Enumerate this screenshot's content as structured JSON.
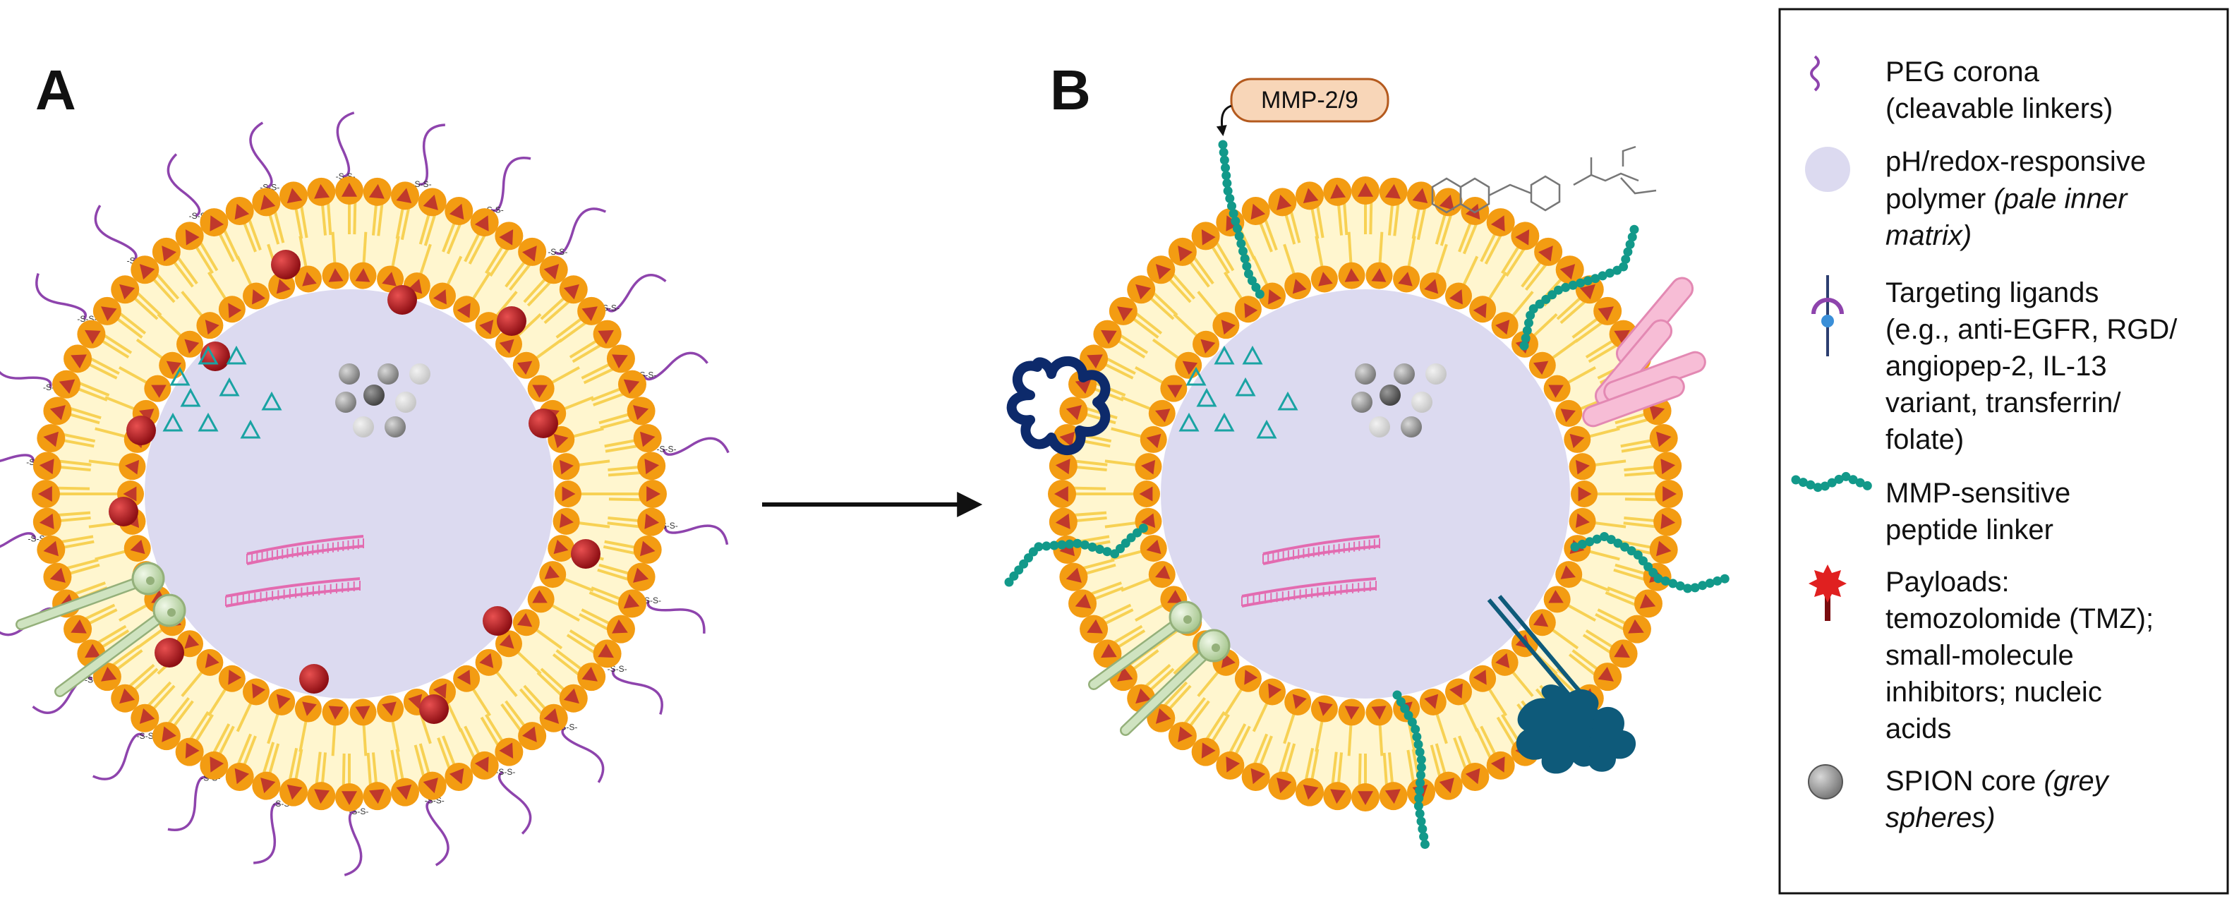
{
  "panels": {
    "a_label": "A",
    "b_label": "B"
  },
  "annotations": {
    "mmp_label": "MMP-2/9"
  },
  "legend": {
    "peg": {
      "line1": "PEG corona",
      "line2": "(cleavable linkers)"
    },
    "polymer": {
      "line1": "pH/redox-responsive",
      "line2a": "polymer ",
      "line2b": "(pale inner",
      "line3": "matrix)"
    },
    "ligands": {
      "line1": "Targeting ligands",
      "line2": "(e.g., anti-EGFR, RGD/",
      "line3": "angiopep-2, IL-13",
      "line4": "variant, transferrin/",
      "line5": "folate)"
    },
    "mmp": {
      "line1": "MMP-sensitive",
      "line2": "peptide linker"
    },
    "payloads": {
      "line1": "Payloads:",
      "line2": "temozolomide (TMZ);",
      "line3": "small-molecule",
      "line4": "inhibitors; nucleic",
      "line5": "acids"
    },
    "spion": {
      "line1a": "SPION core ",
      "line1b": "(grey",
      "line2": "spheres)"
    }
  },
  "colors": {
    "lipid_head": "#f39c12",
    "lipid_triangle": "#c0392b",
    "lipid_tail": "#f7d154",
    "core_fill": "#dcdaf0",
    "peg": "#8e44ad",
    "payload_red": "#b0171d",
    "teal_linker": "#12998a",
    "spion_grey": "#8a8a8a",
    "ligand_green": "#cfe3c0",
    "receptor_blue": "#0e5a7a",
    "antibody_pink": "#f7bdd6",
    "protein_navy": "#0d2a6b",
    "nucleic_pink": "#e36bb0"
  }
}
